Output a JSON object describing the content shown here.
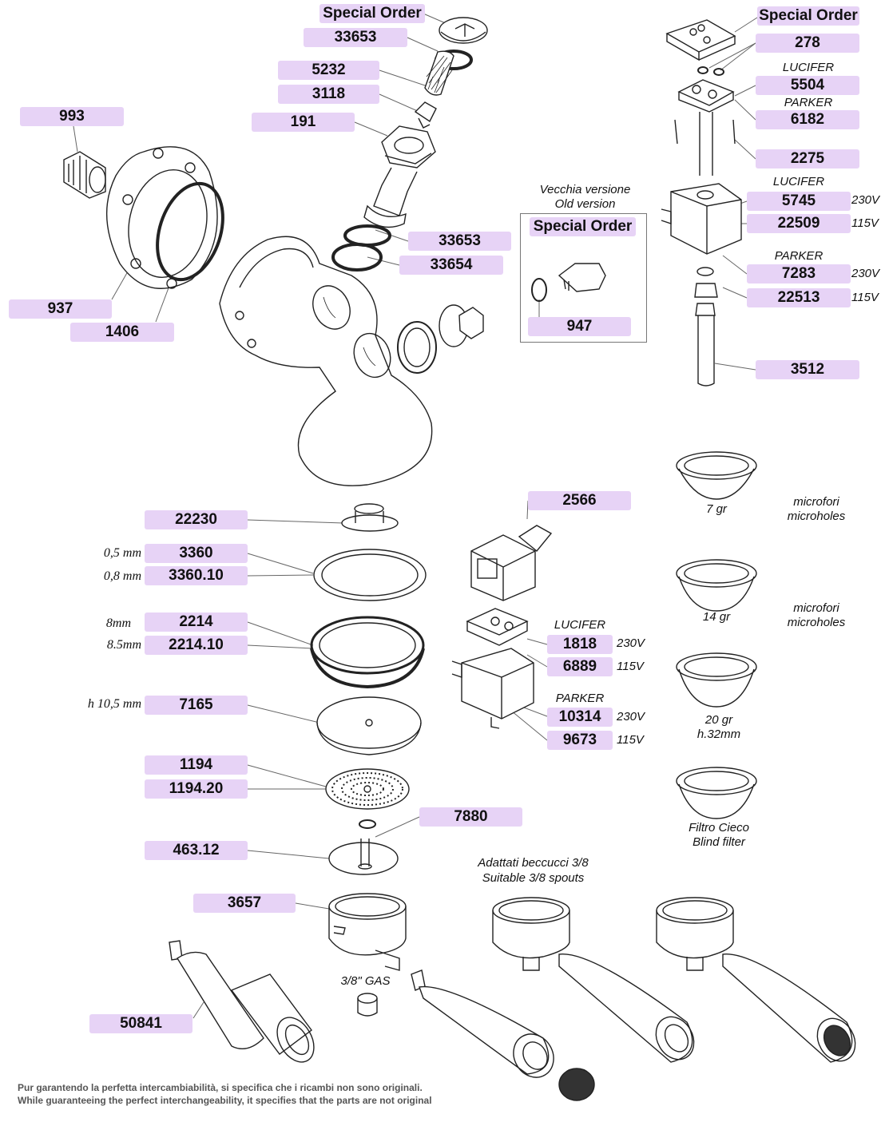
{
  "labels": {
    "special_order_top": "Special Order",
    "p33653_top": "33653",
    "p5232": "5232",
    "p3118": "3118",
    "p191": "191",
    "p993": "993",
    "p937": "937",
    "p1406": "1406",
    "p33653_mid": "33653",
    "p33654": "33654",
    "special_order_right": "Special Order",
    "p278": "278",
    "p5504": "5504",
    "p6182": "6182",
    "p2275": "2275",
    "p5745": "5745",
    "p22509": "22509",
    "p7283": "7283",
    "p22513": "22513",
    "p3512": "3512",
    "special_order_box": "Special Order",
    "p947": "947",
    "p2566": "2566",
    "p1818": "1818",
    "p6889": "6889",
    "p10314": "10314",
    "p9673": "9673",
    "p22230": "22230",
    "p3360": "3360",
    "p3360_10": "3360.10",
    "p2214": "2214",
    "p2214_10": "2214.10",
    "p7165": "7165",
    "p1194": "1194",
    "p1194_20": "1194.20",
    "p7880": "7880",
    "p463_12": "463.12",
    "p3657": "3657",
    "p50841": "50841"
  },
  "notes": {
    "lucifer_1": "LUCIFER",
    "parker_1": "PARKER",
    "lucifer_2": "LUCIFER",
    "parker_2": "PARKER",
    "lucifer_3": "LUCIFER",
    "parker_3": "PARKER",
    "old_version_it": "Vecchia versione",
    "old_version_en": "Old version",
    "microholes_1_it": "microfori",
    "microholes_1_en": "microholes",
    "microholes_2_it": "microfori",
    "microholes_2_en": "microholes",
    "filter_7": "7 gr",
    "filter_14": "14 gr",
    "filter_20": "20 gr",
    "filter_20_h": "h.32mm",
    "blind_it": "Filtro Cieco",
    "blind_en": "Blind filter",
    "spouts_it": "Adattati beccucci 3/8",
    "spouts_en": "Suitable 3/8 spouts",
    "gas": "3/8\" GAS"
  },
  "voltages": {
    "v5745": "230V",
    "v22509": "115V",
    "v7283": "230V",
    "v22513": "115V",
    "v1818": "230V",
    "v6889": "115V",
    "v10314": "230V",
    "v9673": "115V"
  },
  "dims": {
    "d3360": "0,5 mm",
    "d3360_10": "0,8 mm",
    "d2214": "8mm",
    "d2214_10": "8.5mm",
    "d7165": "h 10,5 mm"
  },
  "footer": {
    "it": "Pur garantendo la perfetta intercambiabilità, si specifica che i ricambi non sono originali.",
    "en": "While guaranteeing the perfect interchangeability, it specifies that the parts are not original"
  },
  "colors": {
    "label_bg": "#e7d3f6",
    "line": "#222222"
  }
}
